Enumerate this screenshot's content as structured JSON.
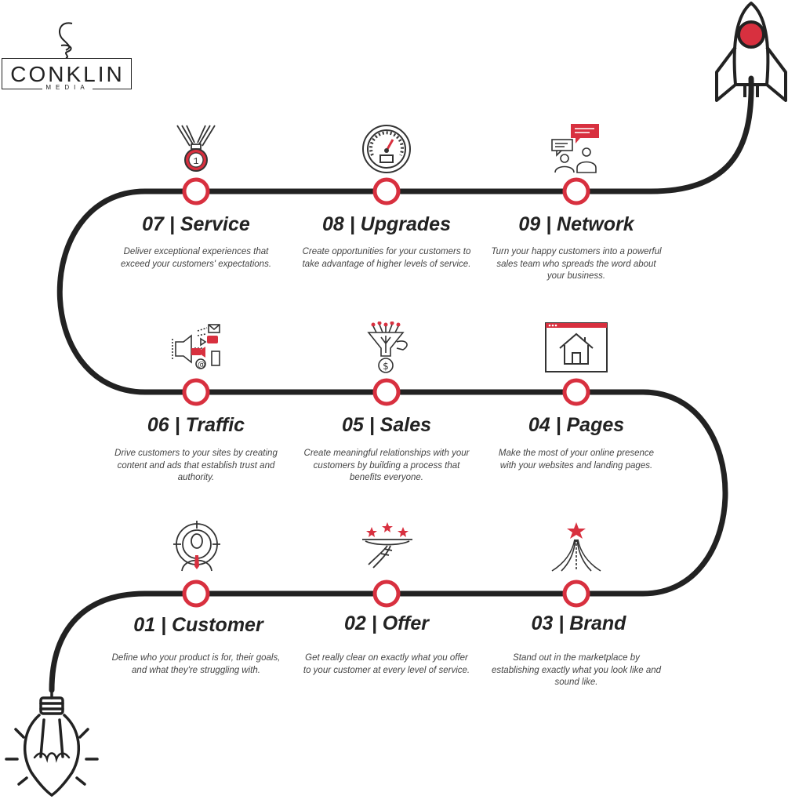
{
  "brand": {
    "name": "CONKLIN",
    "sub": "MEDIA"
  },
  "colors": {
    "accent": "#d8303f",
    "line": "#222222"
  },
  "steps": [
    {
      "number": "01",
      "name": "Customer",
      "title": "01 | Customer",
      "description": "Define who your product is for, their goals, and what they're struggling with.",
      "icon": "target-person-icon"
    },
    {
      "number": "02",
      "name": "Offer",
      "title": "02 | Offer",
      "description": "Get really clear on exactly what you offer to your customer at every level of service.",
      "icon": "serving-tray-stars-icon"
    },
    {
      "number": "03",
      "name": "Brand",
      "title": "03 | Brand",
      "description": "Stand out in the marketplace by establishing exactly what you look like and sound like.",
      "icon": "shooting-star-icon"
    },
    {
      "number": "04",
      "name": "Pages",
      "title": "04 | Pages",
      "description": "Make the most of your online presence with your websites and landing pages.",
      "icon": "browser-home-icon"
    },
    {
      "number": "05",
      "name": "Sales",
      "title": "05 | Sales",
      "description": "Create meaningful relationships with your customers by building a process that benefits everyone.",
      "icon": "sales-funnel-icon"
    },
    {
      "number": "06",
      "name": "Traffic",
      "title": "06 | Traffic",
      "description": "Drive customers to your sites by creating content and ads that establish trust and authority.",
      "icon": "megaphone-channels-icon"
    },
    {
      "number": "07",
      "name": "Service",
      "title": "07 | Service",
      "description": "Deliver exceptional experiences that exceed your customers' expectations.",
      "icon": "medal-icon"
    },
    {
      "number": "08",
      "name": "Upgrades",
      "title": "08 | Upgrades",
      "description": "Create opportunities for your customers to take advantage of higher levels of service.",
      "icon": "gauge-icon"
    },
    {
      "number": "09",
      "name": "Network",
      "title": "09 | Network",
      "description": "Turn your happy customers into a powerful sales team who spreads the word about your business.",
      "icon": "people-talking-icon"
    }
  ],
  "decorations": {
    "start": "lightbulb-icon",
    "end": "rocket-icon"
  }
}
